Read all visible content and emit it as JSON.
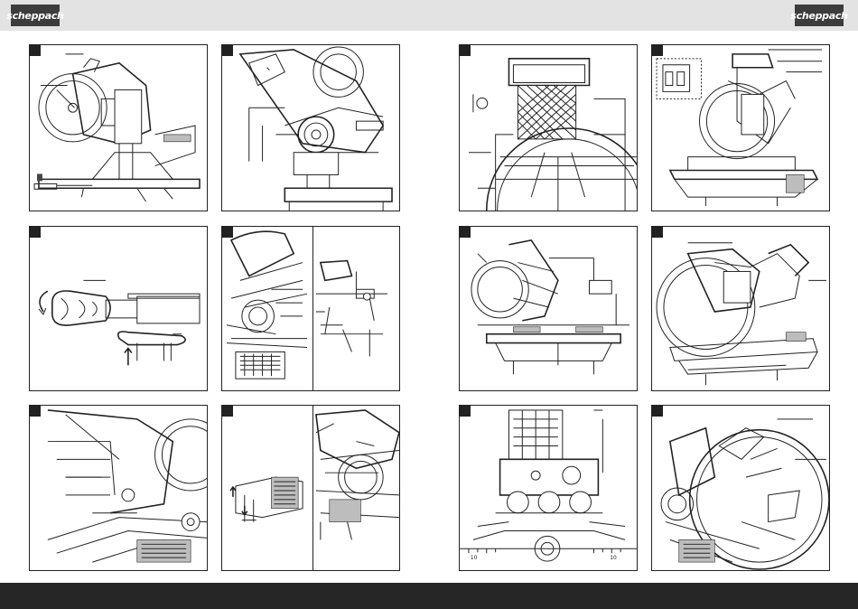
{
  "header": {
    "logo_left": "scheppach",
    "logo_right": "scheppach",
    "brand_colors": {
      "header_bg": "#e3e3e3",
      "footer_bg": "#262626",
      "logo_bg": "#3c3c3c"
    }
  },
  "panels": [
    {
      "name": "figure-saw-overview",
      "content": "technical line drawing"
    },
    {
      "name": "figure-motor-detail",
      "content": "technical line drawing"
    },
    {
      "name": "figure-handle-knob",
      "content": "technical line drawing"
    },
    {
      "name": "figure-split-detail",
      "content": "technical line drawing"
    },
    {
      "name": "figure-table-lock",
      "content": "technical line drawing"
    },
    {
      "name": "figure-clamp-detail",
      "content": "technical line drawing"
    },
    {
      "name": "figure-rear-view",
      "content": "technical line drawing"
    },
    {
      "name": "figure-side-view",
      "content": "technical line drawing"
    },
    {
      "name": "figure-bevel-view",
      "content": "technical line drawing"
    },
    {
      "name": "figure-front-angled",
      "content": "technical line drawing"
    },
    {
      "name": "figure-top-scale",
      "content": "technical line drawing"
    },
    {
      "name": "figure-blade-guard",
      "content": "technical line drawing"
    }
  ],
  "scale_labels": {
    "left": "10",
    "right": "10"
  }
}
